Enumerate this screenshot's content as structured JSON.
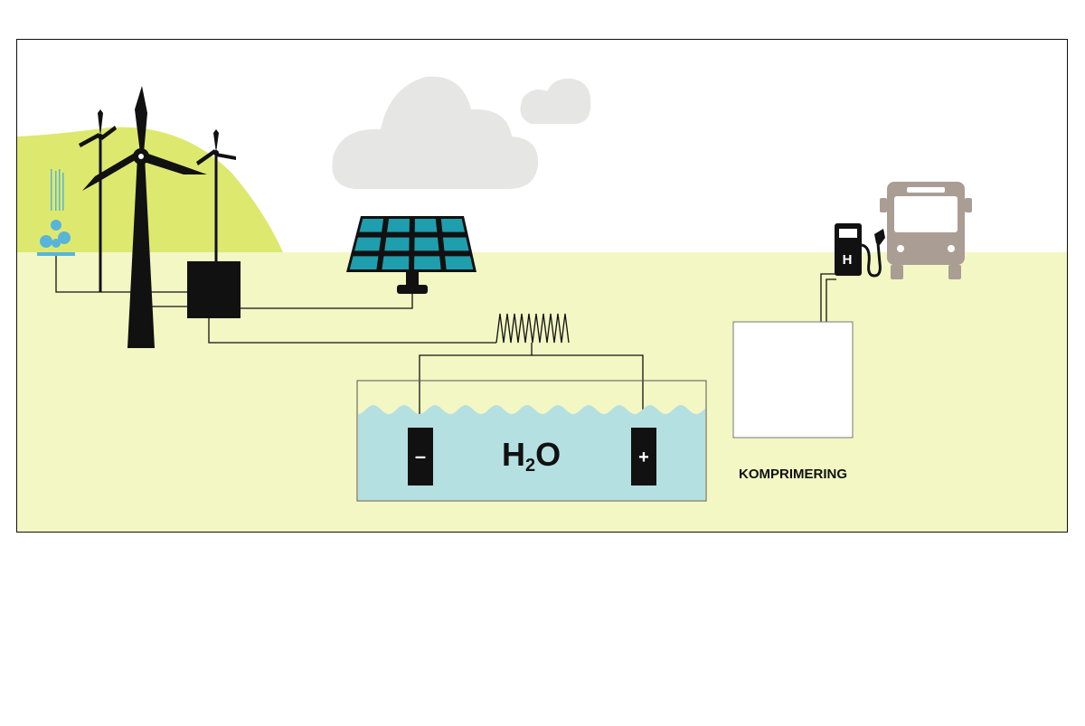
{
  "diagram": {
    "electrolyte_label": "H",
    "electrolyte_subscript": "2",
    "electrolyte_suffix": "O",
    "cathode_sign": "–",
    "anode_sign": "+",
    "pump_label": "H",
    "compression_label": "KOMPRIMERING"
  },
  "colors": {
    "ground": "#f3f7c3",
    "hill": "#dde96e",
    "water": "#b5e0e1",
    "solar_cell": "#1f9eae",
    "cloud": "#e6e6e4",
    "bus": "#aa9d94",
    "hydro": "#59b4d9",
    "ink": "#111111"
  },
  "icons": [
    "wind-turbine-icon",
    "hydropower-icon",
    "solar-panel-icon",
    "cloud-icon",
    "fuel-pump-icon",
    "bus-icon"
  ]
}
